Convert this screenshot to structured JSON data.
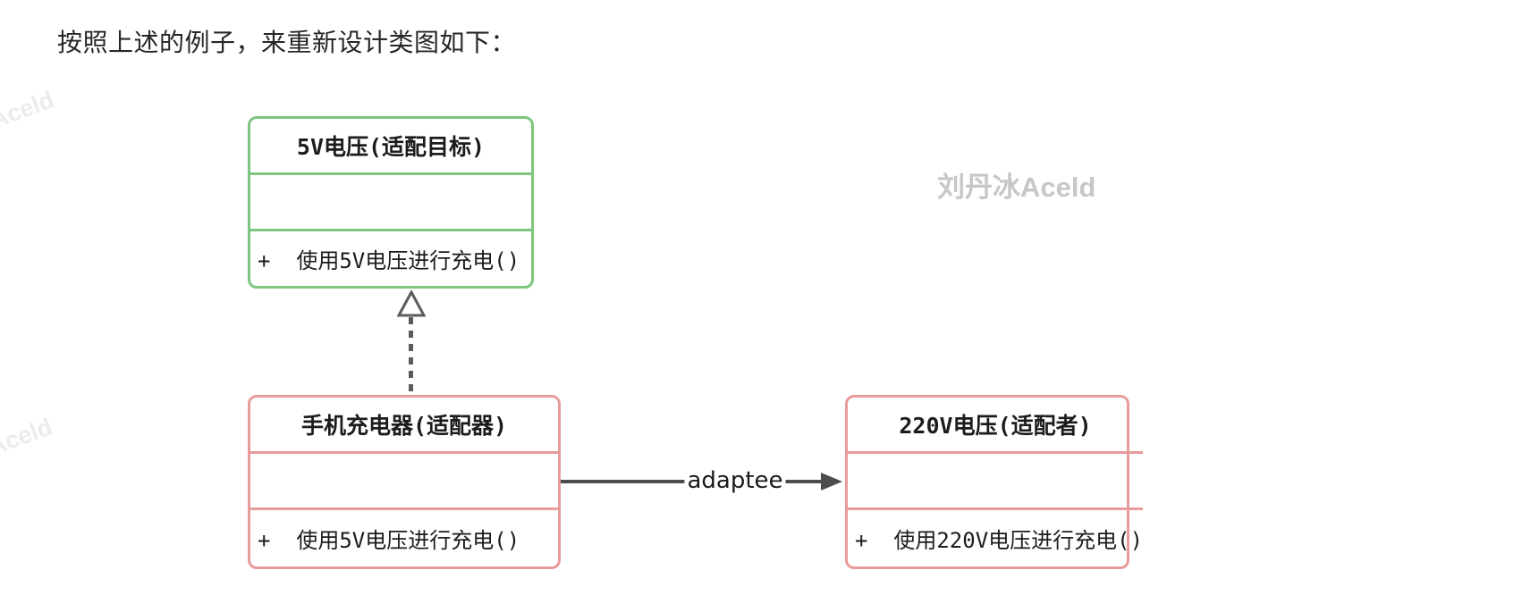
{
  "heading": {
    "text": "按照上述的例子，来重新设计类图如下："
  },
  "watermarks": {
    "corner_top": "Aceld",
    "corner_mid": "Aceld",
    "main": "刘丹冰Aceld"
  },
  "diagram": {
    "type": "uml-class-diagram",
    "classes": [
      {
        "id": "target",
        "title": "5V电压(适配目标)",
        "attributes": "",
        "methods": "+  使用5V电压进行充电()",
        "border_color": "#7cc67d"
      },
      {
        "id": "adapter",
        "title": "手机充电器(适配器)",
        "attributes": "",
        "methods": "+  使用5V电压进行充电()",
        "border_color": "#e89b9b"
      },
      {
        "id": "adaptee",
        "title": "220V电压(适配者)",
        "attributes": "",
        "methods": "+  使用220V电压进行充电()",
        "border_color": "#e89b9b"
      }
    ],
    "relations": [
      {
        "type": "realization",
        "from": "手机充电器(适配器)",
        "to": "5V电压(适配目标)",
        "style": "dashed-line-hollow-triangle",
        "label": ""
      },
      {
        "type": "association",
        "from": "手机充电器(适配器)",
        "to": "220V电压(适配者)",
        "style": "solid-line-filled-arrow",
        "label": "adaptee"
      }
    ],
    "colors": {
      "target_border": "#7cc67d",
      "adapter_border": "#e89b9b",
      "arrow": "#4d4d4d",
      "text": "#1c1c1c",
      "watermark_main": "#c7c7c7",
      "watermark_corner": "#ececec"
    }
  }
}
